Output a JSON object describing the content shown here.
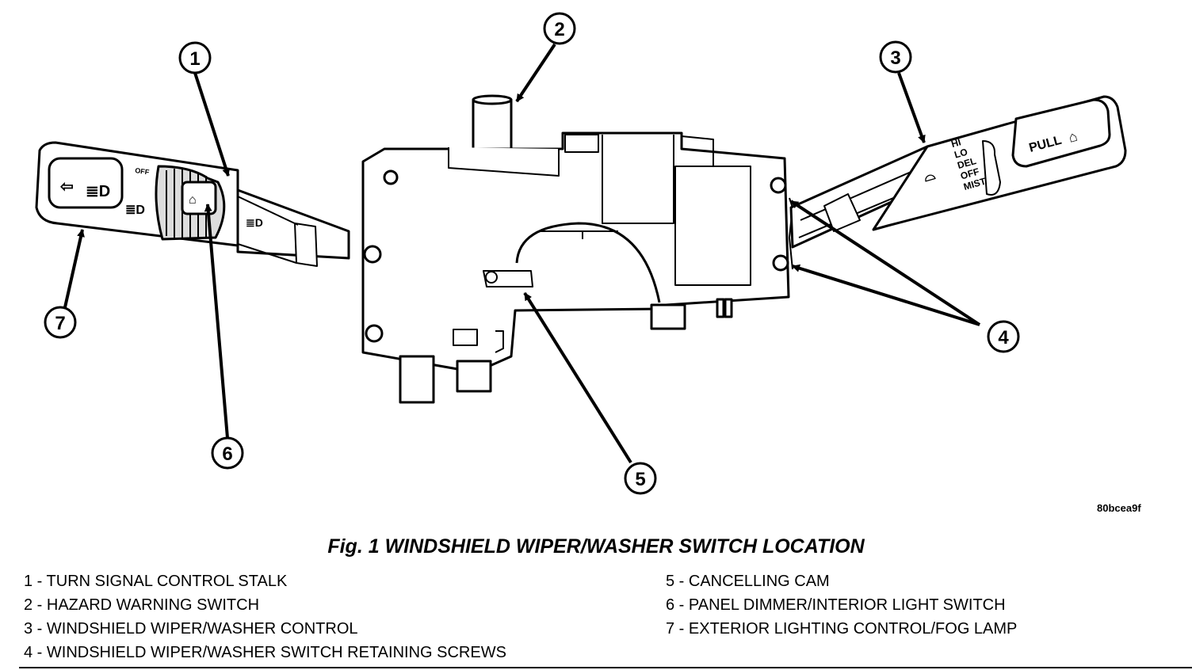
{
  "figure": {
    "caption": "Fig. 1 WINDSHIELD WIPER/WASHER SWITCH LOCATION",
    "reference_code": "80bcea9f"
  },
  "callouts": [
    "1",
    "2",
    "3",
    "4",
    "5",
    "6",
    "7"
  ],
  "legend": {
    "left": [
      "1 - TURN SIGNAL CONTROL STALK",
      "2 - HAZARD WARNING SWITCH",
      "3 - WINDSHIELD WIPER/WASHER CONTROL",
      "4 - WINDSHIELD WIPER/WASHER SWITCH RETAINING SCREWS"
    ],
    "right": [
      "5 - CANCELLING CAM",
      "6 - PANEL DIMMER/INTERIOR LIGHT SWITCH",
      "7 - EXTERIOR LIGHTING CONTROL/FOG LAMP"
    ]
  },
  "stalk_labels": {
    "left_off": "OFF",
    "wiper_hi": "HI",
    "wiper_lo": "LO",
    "wiper_del": "DEL",
    "wiper_off": "OFF",
    "wiper_mist": "MIST",
    "pull": "PULL"
  }
}
